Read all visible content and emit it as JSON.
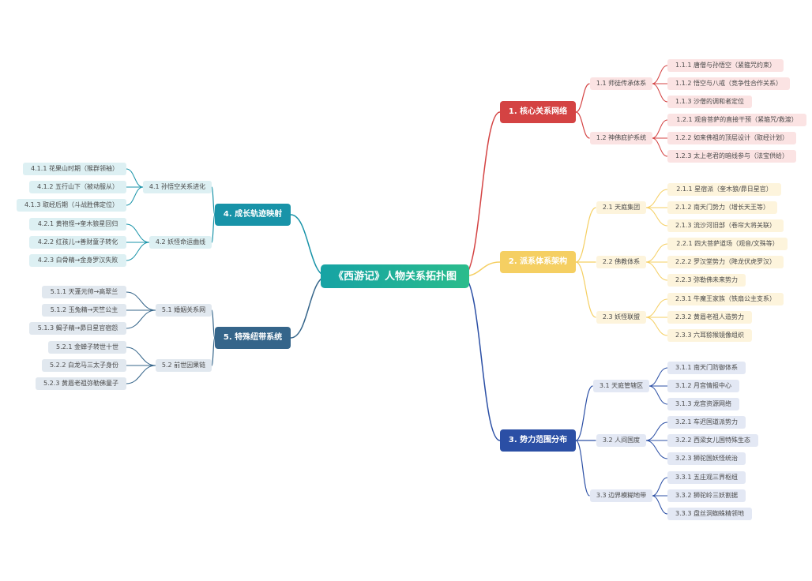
{
  "root": {
    "label": "《西游记》人物关系拓扑图"
  },
  "branches": [
    {
      "label": "1. 核心关系网络",
      "color": "#d44343",
      "light": "#fbe3e3",
      "children": [
        {
          "label": "1.1 师徒传承体系",
          "children": [
            "1.1.1 唐僧与孙悟空（紧箍咒约束）",
            "1.1.2 悟空与八戒（竞争性合作关系）",
            "1.1.3 沙僧的调和者定位"
          ]
        },
        {
          "label": "1.2 神佛庇护系统",
          "children": [
            "1.2.1 观音菩萨的直接干预（紧箍咒/救渡）",
            "1.2.2 如来佛祖的顶层设计（取经计划）",
            "1.2.3 太上老君的暗线参与（法宝供给）"
          ]
        }
      ]
    },
    {
      "label": "2. 派系体系架构",
      "color": "#f5cf62",
      "light": "#fdf4dc",
      "children": [
        {
          "label": "2.1 天庭集团",
          "children": [
            "2.1.1 星宿派（奎木狼/昴日星官）",
            "2.1.2 南天门势力（增长天王等）",
            "2.1.3 流沙河旧部（卷帘大将关联）"
          ]
        },
        {
          "label": "2.2 佛教体系",
          "children": [
            "2.2.1 四大菩萨道场（观音/文殊等）",
            "2.2.2 罗汉堂势力（降龙伏虎罗汉）",
            "2.2.3 弥勒佛未来势力"
          ]
        },
        {
          "label": "2.3 妖怪联盟",
          "children": [
            "2.3.1 牛魔王家族（铁扇公主支系）",
            "2.3.2 黄眉老祖人造势力",
            "2.3.3 六耳猕猴镜像组织"
          ]
        }
      ]
    },
    {
      "label": "3. 势力范围分布",
      "color": "#2b4fa5",
      "light": "#e3e8f4",
      "children": [
        {
          "label": "3.1 天庭管辖区",
          "children": [
            "3.1.1 南天门防御体系",
            "3.1.2 月宫情报中心",
            "3.1.3 龙宫资源网络"
          ]
        },
        {
          "label": "3.2 人间国度",
          "children": [
            "3.2.1 车迟国道派势力",
            "3.2.2 西梁女儿国特殊生态",
            "3.2.3 狮驼国妖怪统治"
          ]
        },
        {
          "label": "3.3 边界模糊地带",
          "children": [
            "3.3.1 五庄观三界枢纽",
            "3.3.2 狮驼岭三妖割据",
            "3.3.3 盘丝洞蜘蛛精领地"
          ]
        }
      ]
    },
    {
      "label": "4. 成长轨迹映射",
      "color": "#1893a8",
      "light": "#ddf0f3",
      "children": [
        {
          "label": "4.1 孙悟空关系进化",
          "children": [
            "4.1.1 花果山时期（猴群领袖）",
            "4.1.2 五行山下（被动服从）",
            "4.1.3 取经后期（斗战胜佛定位）"
          ]
        },
        {
          "label": "4.2 妖怪命运曲线",
          "children": [
            "4.2.1 黄袍怪→奎木狼星回归",
            "4.2.2 红孩儿→善财童子转化",
            "4.2.3 白骨精→金身罗汉失败"
          ]
        }
      ]
    },
    {
      "label": "5. 特殊纽带系统",
      "color": "#35658a",
      "light": "#e1e8ef",
      "children": [
        {
          "label": "5.1 婚姻关系网",
          "children": [
            "5.1.1 天蓬元帅→高翠兰",
            "5.1.2 玉兔精→天竺公主",
            "5.1.3 蝎子精→昴日星官宿怨"
          ]
        },
        {
          "label": "5.2 前世因果链",
          "children": [
            "5.2.1 金蝉子转世十世",
            "5.2.2 白龙马三太子身份",
            "5.2.3 黄眉老祖弥勒佛童子"
          ]
        }
      ]
    }
  ]
}
